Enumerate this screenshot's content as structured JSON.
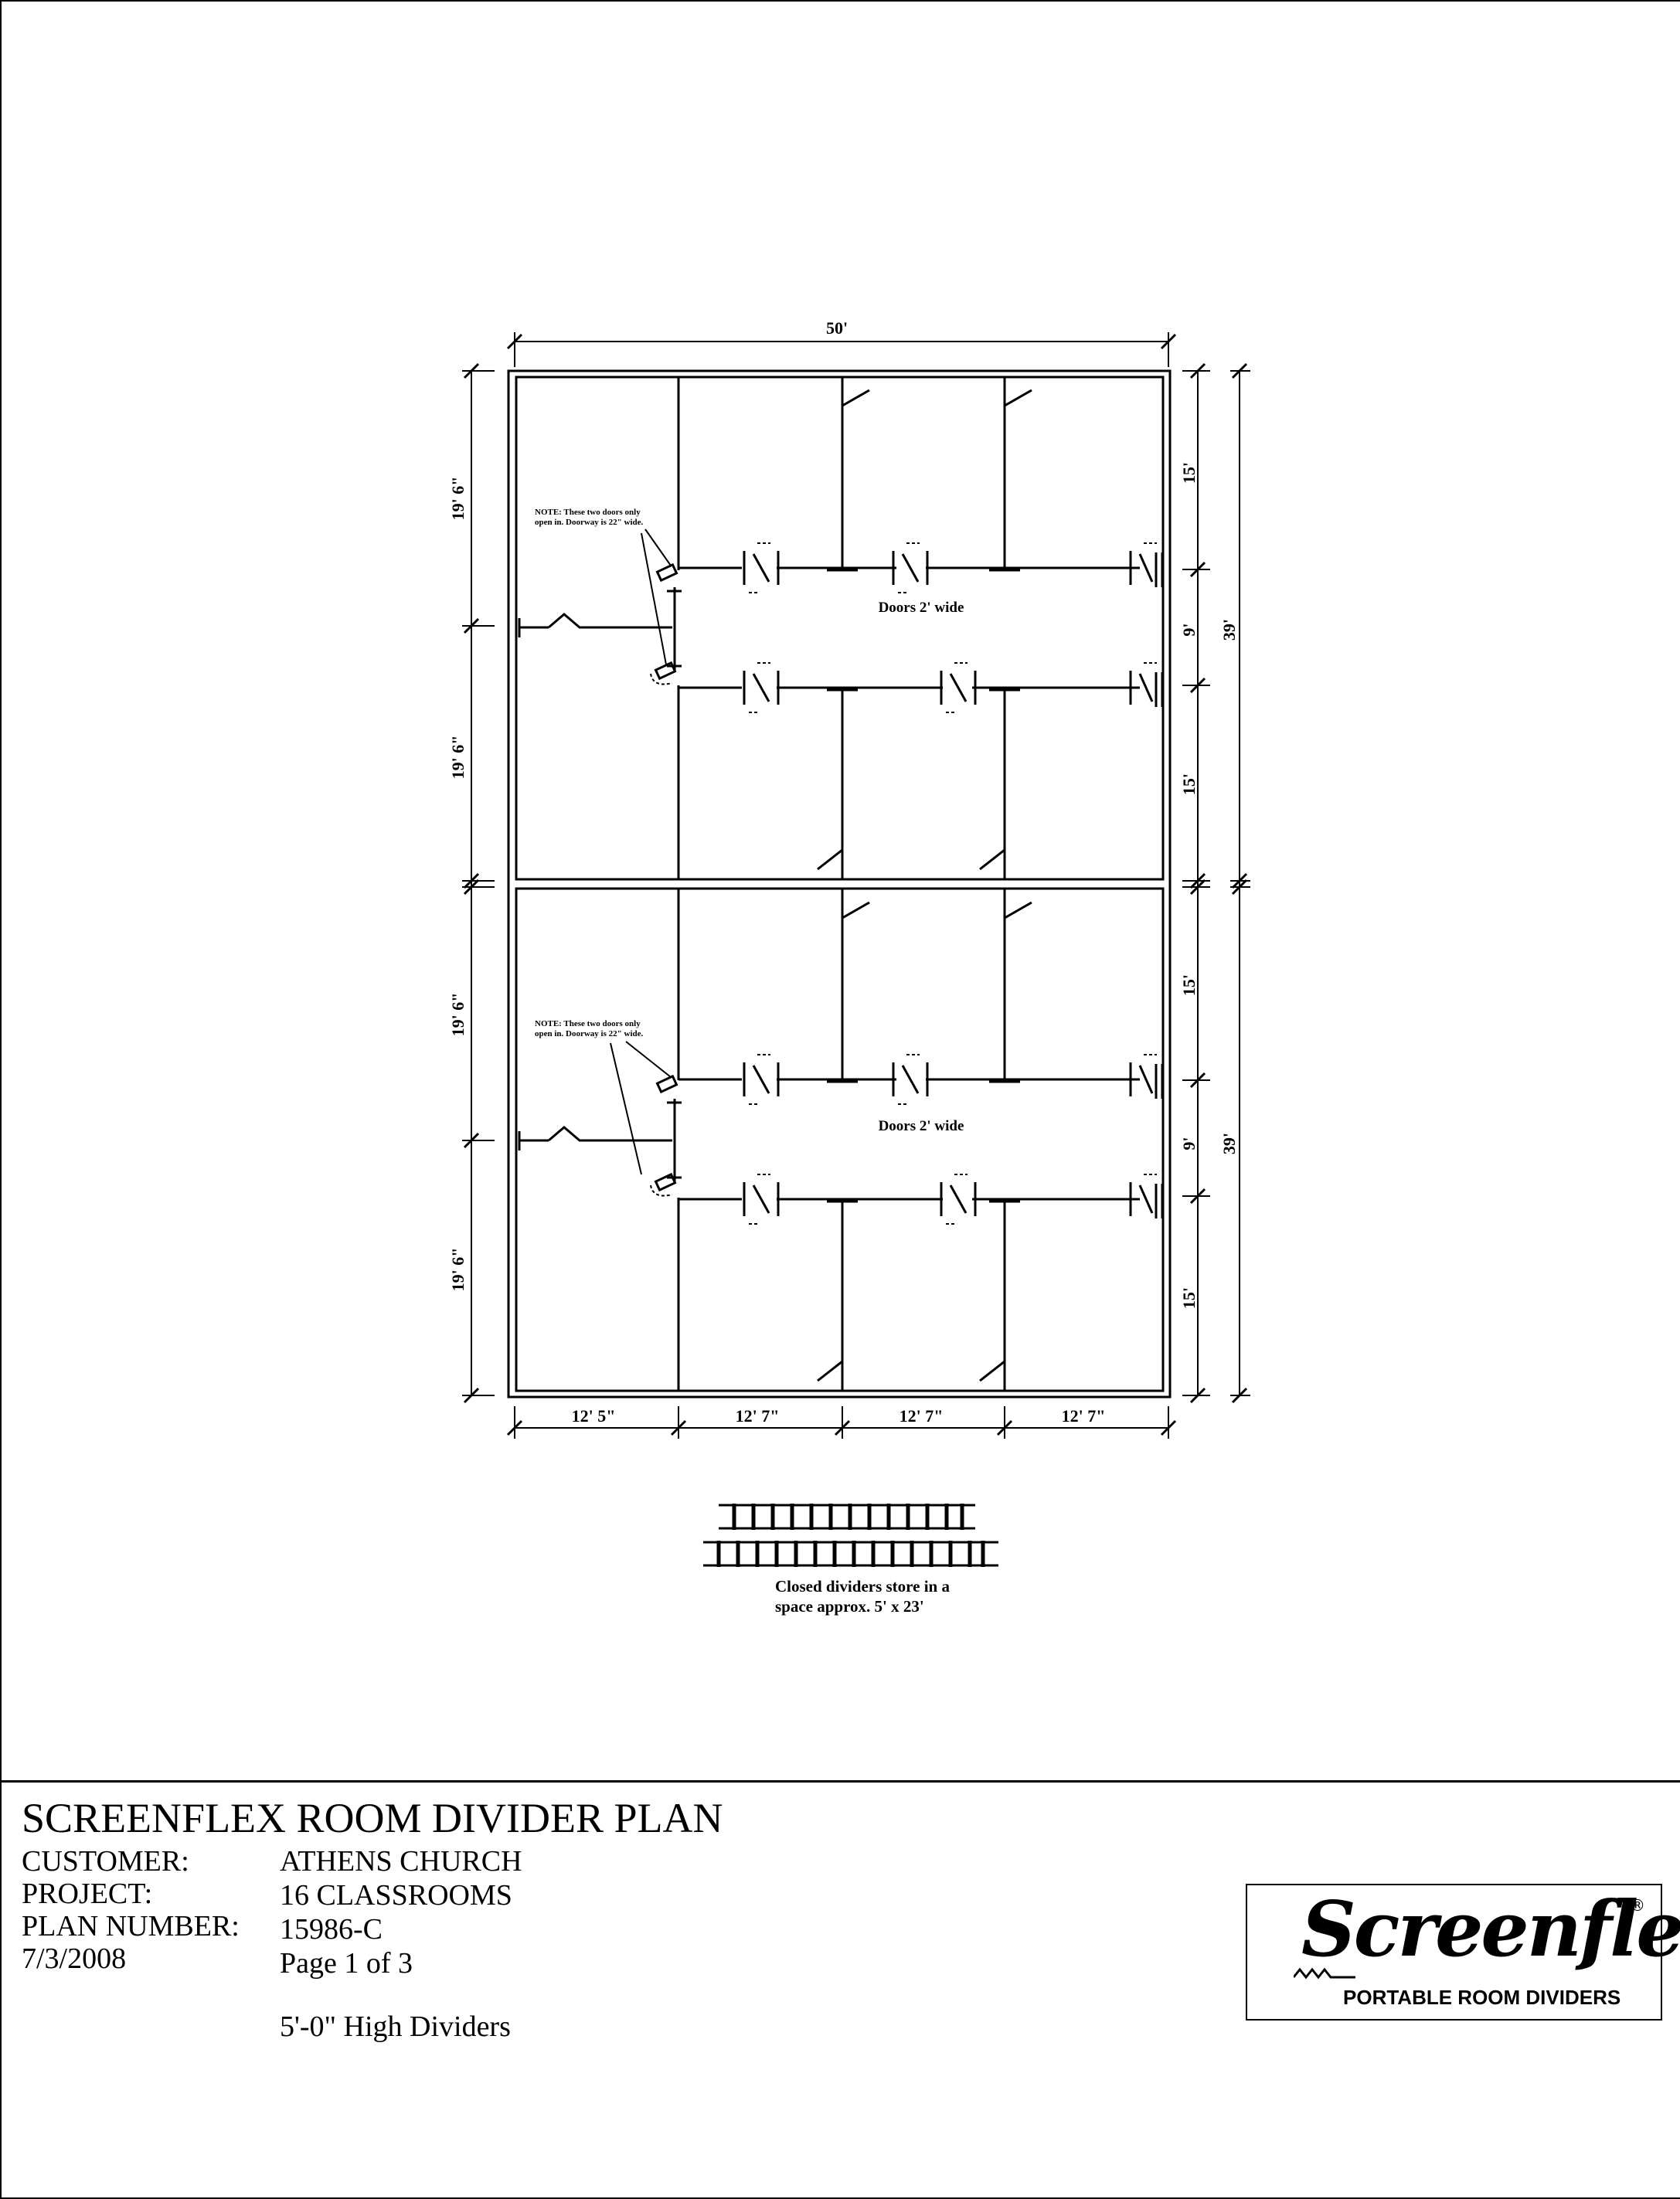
{
  "plan": {
    "overall_width": "50'",
    "left_dims": [
      "19' 6\"",
      "19' 6\"",
      "19' 6\"",
      "19' 6\""
    ],
    "right_dims": [
      "15'",
      "9'",
      "15'",
      "15'",
      "9'",
      "15'"
    ],
    "total_dims": [
      "39'",
      "39'"
    ],
    "bottom_dims": [
      "12' 5\"",
      "12' 7\"",
      "12' 7\"",
      "12' 7\""
    ],
    "note_line1": "NOTE: These two doors only",
    "note_line2": "open in. Doorway is 22\" wide.",
    "doors_label": "Doors 2' wide",
    "storage_line1": "Closed dividers store in a",
    "storage_line2": "space approx. 5' x 23'"
  },
  "title_block": {
    "title": "SCREENFLEX ROOM DIVIDER PLAN",
    "customer_label": "CUSTOMER:",
    "customer_value": "ATHENS CHURCH",
    "project_label": "PROJECT:",
    "project_value": "16 CLASSROOMS",
    "plan_number_label": "PLAN NUMBER:",
    "plan_number_value": "15986-C",
    "date": "7/3/2008",
    "page": "Page 1 of 3",
    "dividers": "5'-0\" High Dividers"
  },
  "logo": {
    "brand": "Screenflex",
    "registered": "®",
    "tagline": "PORTABLE ROOM DIVIDERS"
  }
}
